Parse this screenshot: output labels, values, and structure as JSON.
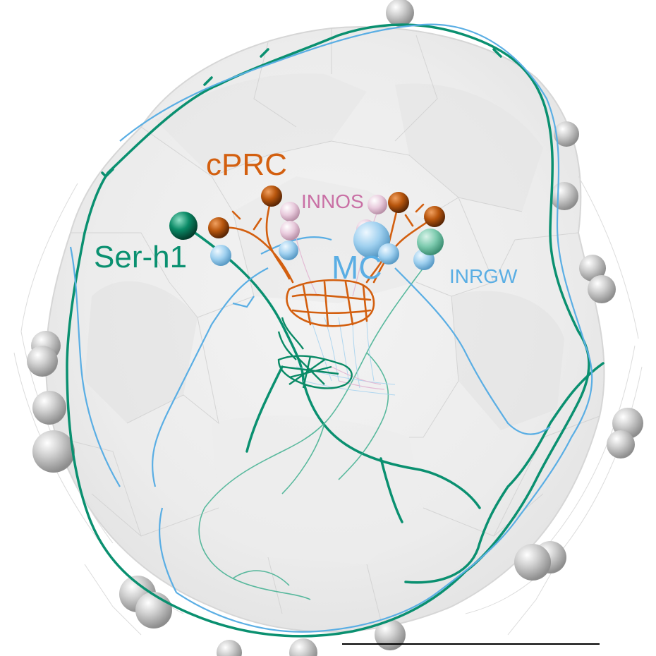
{
  "labels": {
    "cprc": "cPRC",
    "innos": "INNOS",
    "serh1": "Ser-h1",
    "mc": "MC",
    "inrgw": "INRGW"
  },
  "colors": {
    "cprc": "#d35f0f",
    "innos": "#c970a5",
    "serh1": "#0a9070",
    "mc": "#5aaee4",
    "inrgw": "#5aaee4",
    "mesh": "#d9d9d9",
    "sphere": "#bdbdbd"
  },
  "scale_bar": {
    "visible": true
  }
}
